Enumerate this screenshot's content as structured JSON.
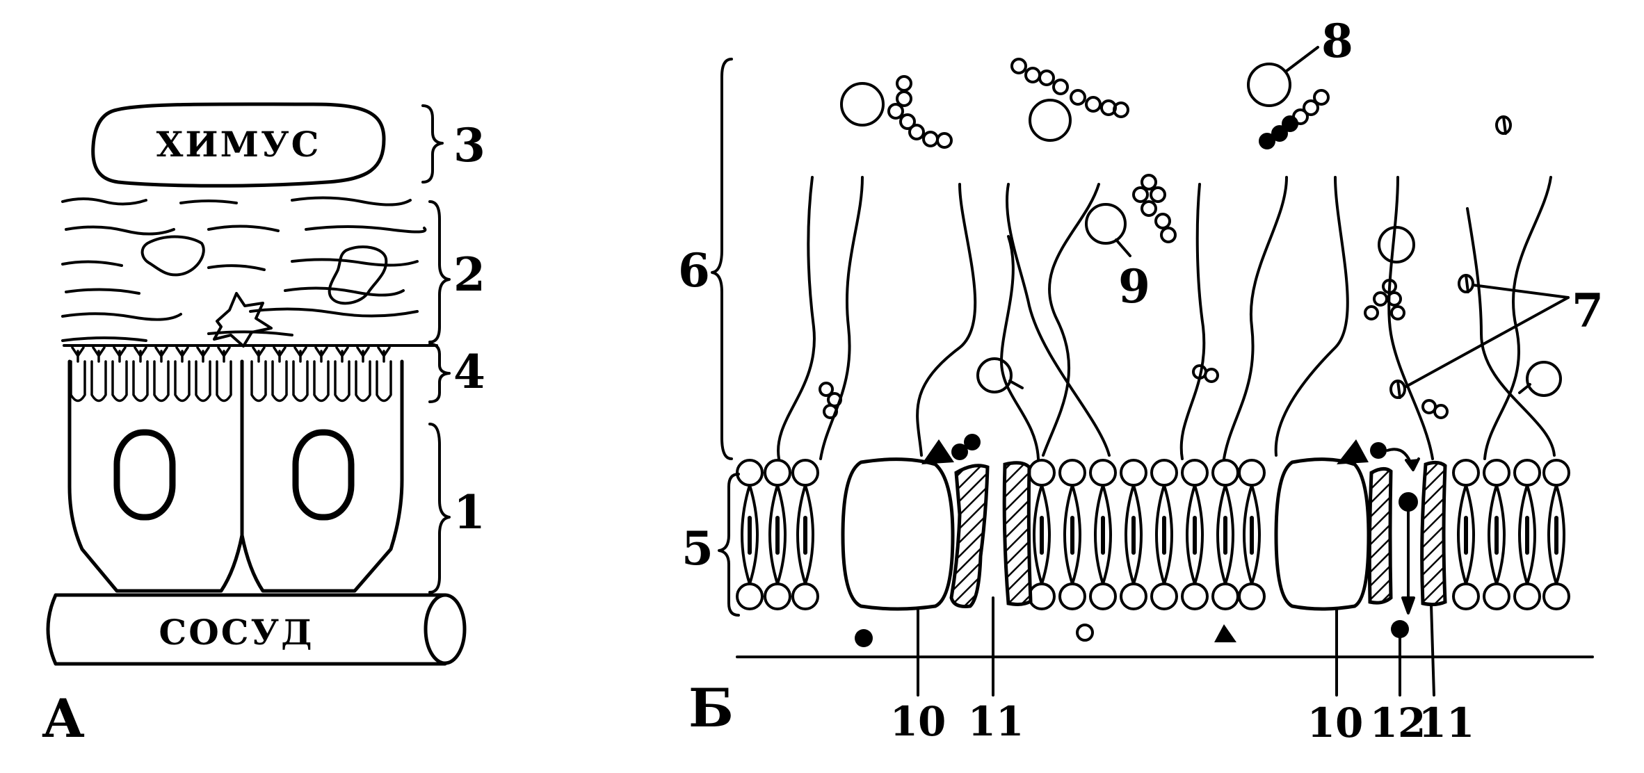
{
  "panel_a": {
    "label": "А",
    "chyme": "ХИМУС",
    "vessel": "СОСУД",
    "layers": [
      "3",
      "2",
      "4",
      "1"
    ]
  },
  "panel_b": {
    "label": "Б",
    "side_labels": [
      "6",
      "5"
    ],
    "labels": [
      "8",
      "9",
      "7"
    ],
    "bottom_labels": [
      "10",
      "11",
      "10",
      "12",
      "11"
    ]
  },
  "colors": {
    "ink": "#000000",
    "paper": "#ffffff"
  }
}
